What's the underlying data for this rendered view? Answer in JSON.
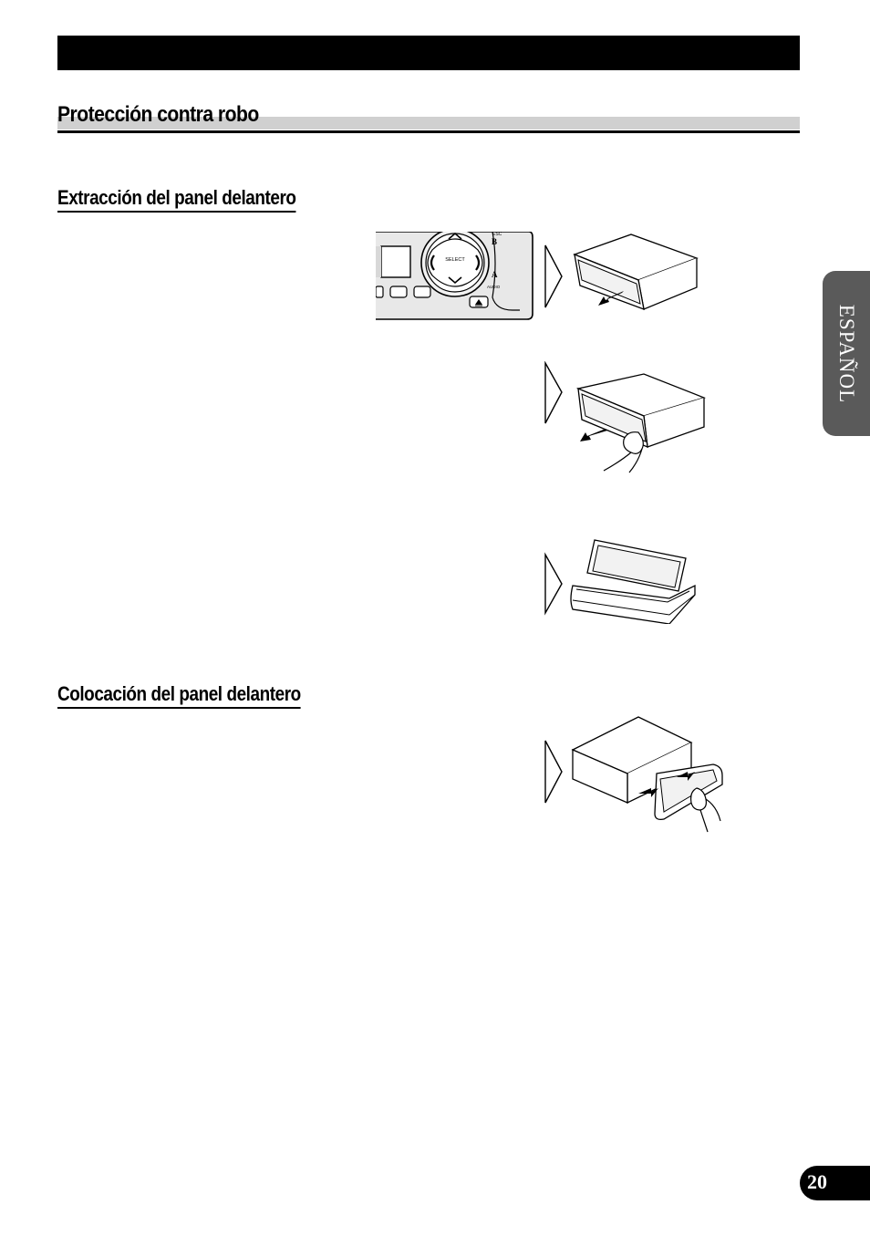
{
  "header": {
    "section_title": "Protección contra robo"
  },
  "subsections": [
    {
      "title": "Extracción del panel delantero"
    },
    {
      "title": "Colocación del panel delantero"
    }
  ],
  "device_panel": {
    "select_label": "SELECT",
    "b_label": "B",
    "a_label": "A",
    "audio_label": "AUDIO",
    "esc_label": "ESC"
  },
  "side_tab": {
    "language": "ESPAÑOL"
  },
  "footer": {
    "page_number": "20"
  },
  "colors": {
    "black": "#000000",
    "title_band": "#d0d0d0",
    "tab_gray": "#5a5a5a"
  }
}
